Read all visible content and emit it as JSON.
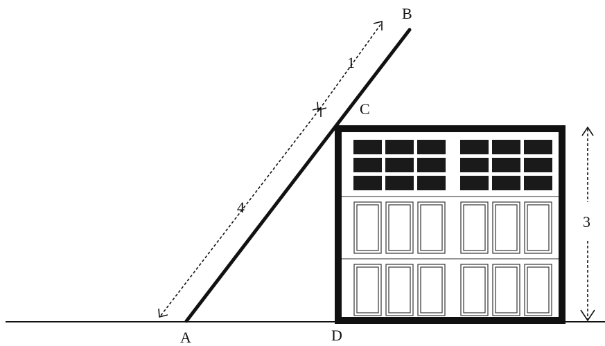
{
  "points": {
    "A": "A",
    "B": "B",
    "C": "C",
    "D": "D"
  },
  "lengths": {
    "AC": "4",
    "CB": "1",
    "CD": "3"
  },
  "colors": {
    "ink": "#111111",
    "window": "#1a1a1a",
    "panel_stroke": "#333333",
    "background": "#ffffff"
  },
  "icons": {
    "building": "garage-door",
    "ladder": "straight-line-ladder"
  }
}
